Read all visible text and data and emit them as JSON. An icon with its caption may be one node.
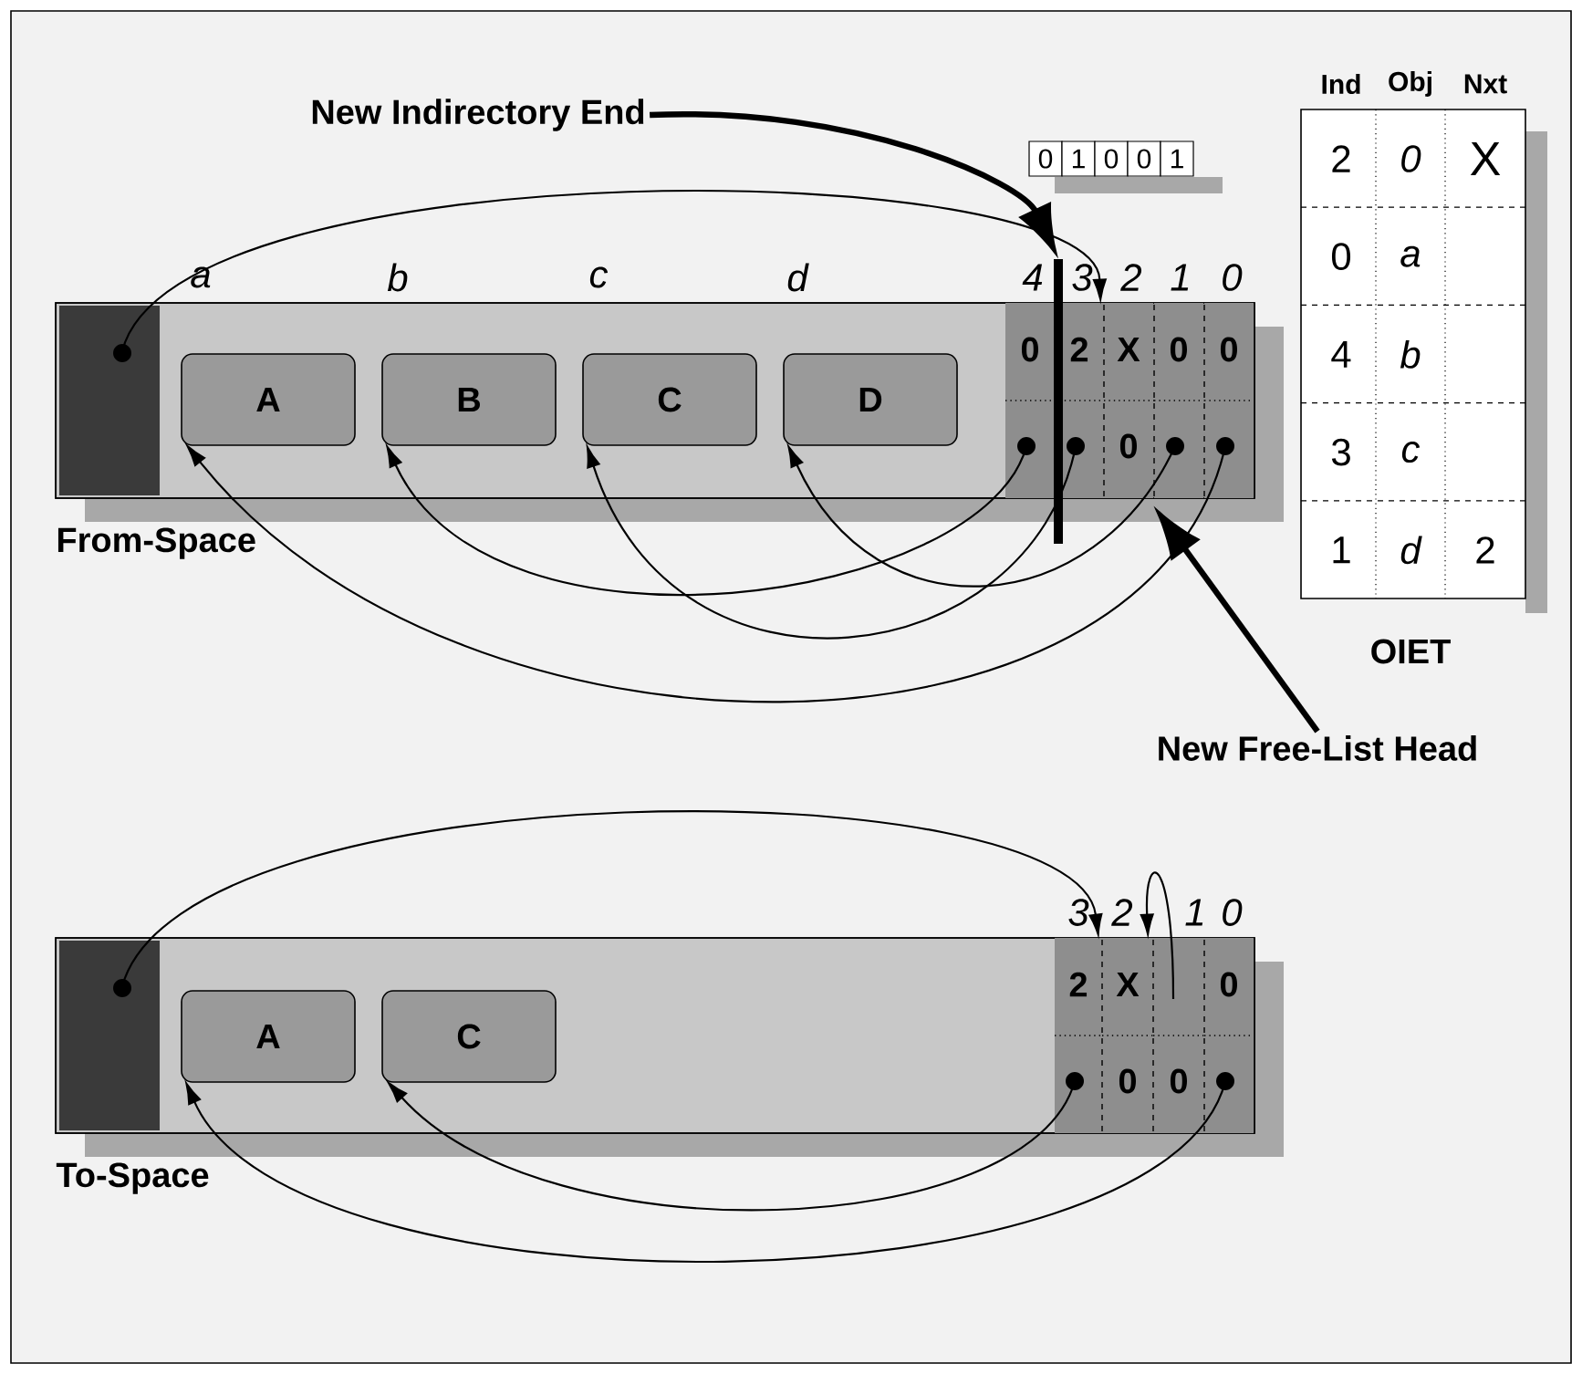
{
  "diagram": {
    "nodes": [
      {
        "text": [
          "From-Space"
        ]
      },
      {
        "text": [],
        "shape": "box",
        "in": 0
      },
      {
        "text": [
          "A"
        ],
        "in": 0
      },
      {
        "text": [
          "B"
        ],
        "in": 0
      },
      {
        "text": [
          "C"
        ],
        "in": 0
      },
      {
        "text": [
          "D"
        ],
        "in": 0
      },
      {
        "text": [
          "0"
        ],
        "in": 0
      },
      {
        "text": [
          "2"
        ],
        "in": 0
      },
      {
        "text": [
          "X",
          "0"
        ],
        "in": 0
      },
      {
        "text": [
          "0"
        ],
        "in": 0
      },
      {
        "text": [
          "0"
        ],
        "in": 0
      },
      {
        "text": [],
        "shape": "bar"
      },
      {
        "text": [
          "New Indirectory End"
        ]
      },
      {
        "text": [
          "New Free-List Head"
        ]
      },
      {
        "text": [
          "To-Space"
        ]
      },
      {
        "text": [],
        "shape": "box",
        "in": 14
      },
      {
        "text": [
          "A"
        ],
        "in": 14
      },
      {
        "text": [
          "C"
        ],
        "in": 14
      },
      {
        "text": [
          "2"
        ],
        "in": 14
      },
      {
        "text": [
          "X",
          "0"
        ],
        "in": 14
      },
      {
        "text": [
          "0"
        ],
        "in": 14
      },
      {
        "text": [
          "0"
        ],
        "in": 14
      }
    ],
    "edges": [
      {
        "from": 1,
        "to": 7,
        "arrow": "to"
      },
      {
        "from": 6,
        "to": 3,
        "arrow": "to"
      },
      {
        "from": 7,
        "to": 4,
        "arrow": "to"
      },
      {
        "from": 9,
        "to": 5,
        "arrow": "to"
      },
      {
        "from": 10,
        "to": 2,
        "arrow": "to"
      },
      {
        "from": 12,
        "to": 11,
        "arrow": "to",
        "style": "thick"
      },
      {
        "from": 13,
        "to": 8,
        "arrow": "to",
        "style": "thick"
      },
      {
        "from": 15,
        "to": 18,
        "arrow": "to"
      },
      {
        "from": 20,
        "to": 19,
        "arrow": "to"
      },
      {
        "from": 18,
        "to": 17,
        "arrow": "to"
      },
      {
        "from": 21,
        "to": 16,
        "arrow": "to"
      }
    ],
    "labels": [
      "0",
      "1",
      "0",
      "0",
      "1",
      "Ind",
      "Obj",
      "Nxt",
      "2",
      "0",
      "X",
      "0",
      "a",
      "4",
      "b",
      "3",
      "c",
      "1",
      "d",
      "2",
      "OIET",
      "a",
      "b",
      "c",
      "d",
      "4",
      "3",
      "2",
      "1",
      "0",
      "3",
      "2",
      "1",
      "0"
    ]
  }
}
